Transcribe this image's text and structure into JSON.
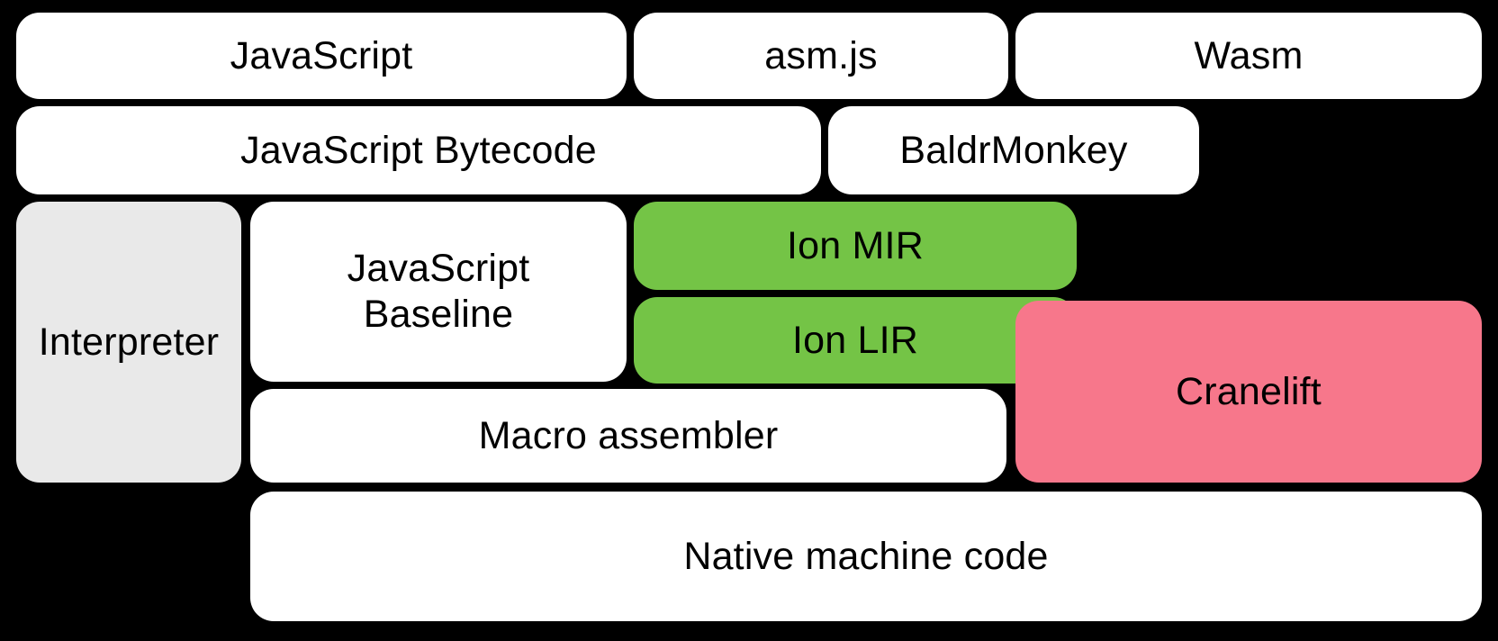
{
  "diagram": {
    "title": "SpiderMonkey compilation pipeline",
    "background_color": "#000000",
    "palette": {
      "white": "#FFFFFF",
      "grey": "#E9E9E9",
      "green": "#74C446",
      "pink": "#F7778B",
      "text": "#000000"
    },
    "rows": [
      {
        "name": "source-languages",
        "nodes": [
          {
            "id": "javascript",
            "label": "JavaScript",
            "color": "white"
          },
          {
            "id": "asm-js",
            "label": "asm.js",
            "color": "white"
          },
          {
            "id": "wasm",
            "label": "Wasm",
            "color": "white"
          }
        ]
      },
      {
        "name": "front-ends",
        "nodes": [
          {
            "id": "javascript-bytecode",
            "label": "JavaScript Bytecode",
            "color": "white"
          },
          {
            "id": "baldrmonkey",
            "label": "BaldrMonkey",
            "color": "white"
          }
        ]
      },
      {
        "name": "tiers",
        "nodes": [
          {
            "id": "interpreter",
            "label": "Interpreter",
            "color": "grey"
          },
          {
            "id": "javascript-baseline",
            "label": "JavaScript\nBaseline",
            "color": "white"
          },
          {
            "id": "ion-mir",
            "label": "Ion MIR",
            "color": "green"
          },
          {
            "id": "ion-lir",
            "label": "Ion LIR",
            "color": "green"
          },
          {
            "id": "cranelift",
            "label": "Cranelift",
            "color": "pink"
          },
          {
            "id": "macro-assembler",
            "label": "Macro assembler",
            "color": "white"
          }
        ]
      },
      {
        "name": "output",
        "nodes": [
          {
            "id": "native-machine-code",
            "label": "Native machine code",
            "color": "white"
          }
        ]
      }
    ]
  },
  "nodes": {
    "javascript": "JavaScript",
    "asm_js": "asm.js",
    "wasm": "Wasm",
    "javascript_bytecode": "JavaScript Bytecode",
    "baldrmonkey": "BaldrMonkey",
    "interpreter": "Interpreter",
    "javascript_baseline": "JavaScript\nBaseline",
    "ion_mir": "Ion MIR",
    "ion_lir": "Ion LIR",
    "cranelift": "Cranelift",
    "macro_assembler": "Macro assembler",
    "native_machine_code": "Native machine code"
  }
}
